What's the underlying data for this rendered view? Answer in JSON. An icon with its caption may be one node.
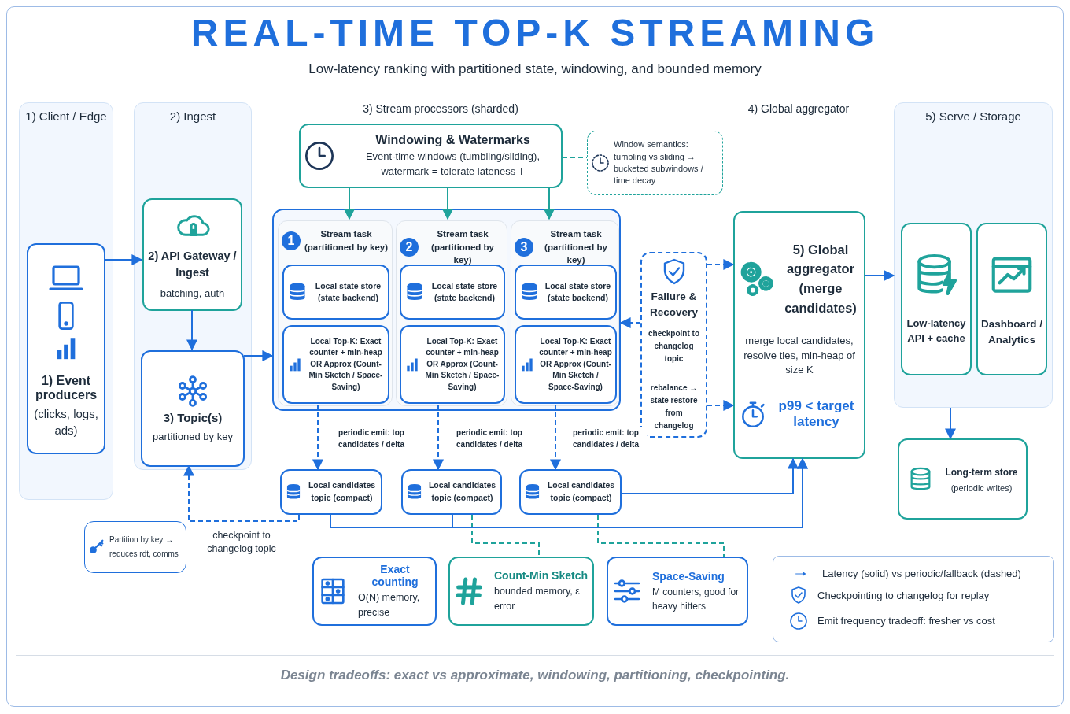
{
  "diagram": {
    "title": "REAL-TIME TOP-K STREAMING",
    "caption": "Design tradeoffs: exact vs approximate, windowing, partitioning, checkpointing.",
    "nodes": [
      {
        "text": [
          "1) Client / Edge"
        ]
      },
      {
        "text": [
          "1) Event producers",
          "(clicks, logs, ads)"
        ],
        "in": 0
      },
      {
        "text": [
          "2) Ingest"
        ]
      },
      {
        "text": [
          "2) API Gateway / Ingest",
          "batching, auth"
        ],
        "in": 2
      },
      {
        "text": [
          "3) Topic(s)",
          "partitioned by key"
        ],
        "in": 2
      },
      {
        "text": [
          "Windowing & Watermarks",
          "Event-time windows (tumbling/sliding), watermark = tolerate lateness T"
        ]
      },
      {
        "text": [
          "Window semantics: tumbling vs sliding → bucketed subwindows / time decay"
        ]
      },
      {
        "text": [],
        "shape": "box"
      },
      {
        "text": [
          "1",
          "Stream task (partitioned by key)"
        ],
        "in": 7
      },
      {
        "text": [
          "Local state store (state backend)"
        ],
        "in": 8
      },
      {
        "text": [
          "Local Top-K: Exact counter + min-heap OR Approx (Count-Min Sketch / Space-Saving)"
        ],
        "in": 8
      },
      {
        "text": [
          "2",
          "Stream task (partitioned by key)"
        ],
        "in": 7
      },
      {
        "text": [
          "Local state store (state backend)"
        ],
        "in": 11
      },
      {
        "text": [
          "Local Top-K: Exact counter + min-heap OR Approx (Count-Min Sketch / Space-Saving)"
        ],
        "in": 11
      },
      {
        "text": [
          "3",
          "Stream task (partitioned by key)"
        ],
        "in": 7
      },
      {
        "text": [
          "Local state store (state backend)"
        ],
        "in": 14
      },
      {
        "text": [
          "Local Top-K: Exact counter + min-heap OR Approx (Count-Min Sketch / Space-Saving)"
        ],
        "in": 14
      },
      {
        "text": [
          "Failure & Recovery",
          "checkpoint to changelog topic",
          "rebalance → state restore from changelog"
        ]
      },
      {
        "text": [
          "5) Global aggregator (merge candidates)",
          "merge local candidates, resolve ties, min-heap of size K",
          "p99 < target latency"
        ]
      },
      {
        "text": [
          "5) Serve / Storage"
        ]
      },
      {
        "text": [
          "Low-latency API + cache"
        ],
        "in": 19
      },
      {
        "text": [
          "Dashboard / Analytics"
        ],
        "in": 19
      },
      {
        "text": [
          "Long-term store",
          "(periodic writes)"
        ]
      },
      {
        "text": [
          "Local candidates topic (compact)"
        ]
      },
      {
        "text": [
          "Local candidates topic (compact)"
        ]
      },
      {
        "text": [
          "Local candidates topic (compact)"
        ]
      },
      {
        "text": [
          "Exact counting",
          "O(N) memory, precise"
        ]
      },
      {
        "text": [
          "Count-Min Sketch",
          "bounded memory, ε error"
        ]
      },
      {
        "text": [
          "Space-Saving",
          "M counters, good for heavy hitters"
        ]
      },
      {
        "text": [
          "Partition by key → reduces rdt, comms"
        ]
      }
    ],
    "edges": [
      {
        "from": 1,
        "to": 3,
        "arrow": "to"
      },
      {
        "from": 3,
        "to": 4,
        "arrow": "to"
      },
      {
        "from": 4,
        "to": 7,
        "arrow": "to"
      },
      {
        "from": 5,
        "to": 8,
        "arrow": "to",
        "color": "#1fa39b"
      },
      {
        "from": 5,
        "to": 11,
        "arrow": "to",
        "color": "#1fa39b"
      },
      {
        "from": 5,
        "to": 14,
        "arrow": "to",
        "color": "#1fa39b"
      },
      {
        "from": 5,
        "to": 6,
        "arrow": "none",
        "style": "dashed",
        "color": "#1fa39b"
      },
      {
        "from": 8,
        "to": 23,
        "arrow": "to",
        "style": "dashed",
        "label": "periodic emit: top candidates / delta"
      },
      {
        "from": 11,
        "to": 24,
        "arrow": "to",
        "style": "dashed",
        "label": "periodic emit: top candidates / delta"
      },
      {
        "from": 14,
        "to": 25,
        "arrow": "to",
        "style": "dashed",
        "label": "periodic emit: top candidates / delta"
      },
      {
        "from": 17,
        "to": 7,
        "arrow": "to",
        "style": "dashed"
      },
      {
        "from": 17,
        "to": 18,
        "arrow": "to",
        "style": "dashed"
      },
      {
        "from": 17,
        "to": 18,
        "arrow": "to",
        "style": "dashed"
      },
      {
        "from": 23,
        "to": 18,
        "arrow": "to"
      },
      {
        "from": 24,
        "to": 18,
        "arrow": "to"
      },
      {
        "from": 25,
        "to": 18,
        "arrow": "to"
      },
      {
        "from": 18,
        "to": 19,
        "arrow": "to"
      },
      {
        "from": 19,
        "to": 22,
        "arrow": "to"
      },
      {
        "from": 23,
        "to": 4,
        "arrow": "to",
        "style": "dashed",
        "label": "checkpoint to changelog topic"
      },
      {
        "from": 24,
        "to": 27,
        "arrow": "none",
        "style": "dashed",
        "color": "#1fa39b"
      },
      {
        "from": 25,
        "to": 28,
        "arrow": "none",
        "style": "dashed",
        "color": "#1fa39b"
      }
    ],
    "labels": [
      "Low-latency ranking with partitioned state, windowing, and bounded memory",
      "3) Stream processors (sharded)",
      "4) Global aggregator"
    ],
    "legend": [
      {
        "text": "Latency (solid) vs periodic/fallback (dashed)"
      },
      {
        "text": "Checkpointing to changelog for replay"
      },
      {
        "text": "Emit frequency tradeoff: fresher vs cost"
      }
    ]
  }
}
